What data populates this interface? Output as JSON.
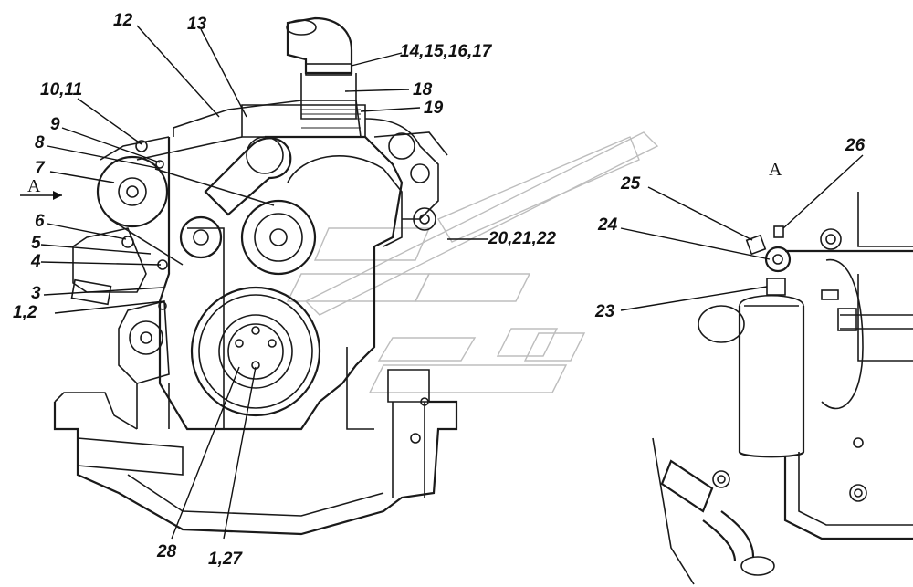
{
  "view_marker": "A",
  "callouts": [
    {
      "id": "c-12",
      "text": "12"
    },
    {
      "id": "c-13",
      "text": "13"
    },
    {
      "id": "c-14",
      "text": "14,15,16,17"
    },
    {
      "id": "c-18",
      "text": "18"
    },
    {
      "id": "c-19",
      "text": "19"
    },
    {
      "id": "c-10",
      "text": "10,11"
    },
    {
      "id": "c-9",
      "text": "9"
    },
    {
      "id": "c-8",
      "text": "8"
    },
    {
      "id": "c-7",
      "text": "7"
    },
    {
      "id": "c-6",
      "text": "6"
    },
    {
      "id": "c-5",
      "text": "5"
    },
    {
      "id": "c-4",
      "text": "4"
    },
    {
      "id": "c-3",
      "text": "3"
    },
    {
      "id": "c-1-2",
      "text": "1,2"
    },
    {
      "id": "c-20",
      "text": "20,21,22"
    },
    {
      "id": "c-28",
      "text": "28"
    },
    {
      "id": "c-1-27",
      "text": "1,27"
    },
    {
      "id": "c-26",
      "text": "26"
    },
    {
      "id": "c-25",
      "text": "25"
    },
    {
      "id": "c-24",
      "text": "24"
    },
    {
      "id": "c-23",
      "text": "23"
    }
  ],
  "detail_view_label": "A"
}
